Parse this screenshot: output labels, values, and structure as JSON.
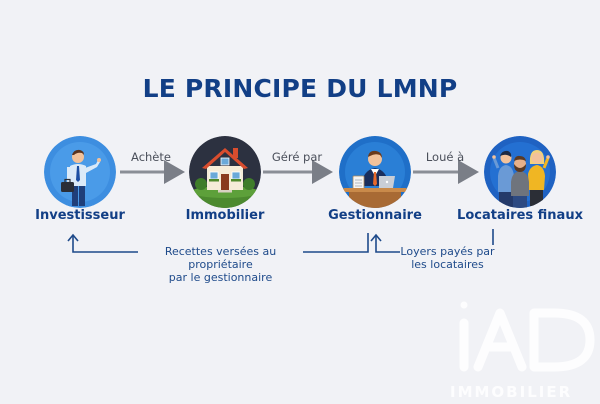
{
  "title": "LE PRINCIPE DU LMNP",
  "nodes": [
    {
      "id": "investisseur",
      "label": "Investisseur",
      "icon": "businessman-icon"
    },
    {
      "id": "immobilier",
      "label": "Immobilier",
      "icon": "house-icon"
    },
    {
      "id": "gestionnaire",
      "label": "Gestionnaire",
      "icon": "manager-at-desk-icon"
    },
    {
      "id": "locataires",
      "label": "Locataires finaux",
      "icon": "tenants-group-icon"
    }
  ],
  "edges": [
    {
      "from": "investisseur",
      "to": "immobilier",
      "label": "Achète"
    },
    {
      "from": "immobilier",
      "to": "gestionnaire",
      "label": "Géré par"
    },
    {
      "from": "gestionnaire",
      "to": "locataires",
      "label": "Loué à"
    }
  ],
  "feedback": [
    {
      "from": "gestionnaire",
      "to": "investisseur",
      "line1": "Recettes versées au propriétaire",
      "line2": "par le gestionnaire"
    },
    {
      "from": "locataires",
      "to": "gestionnaire",
      "line1": "Loyers payés par",
      "line2": "les locataires"
    }
  ],
  "watermark": {
    "brand": "iAD",
    "sub": "IMMOBILIER"
  },
  "colors": {
    "title": "#123f86",
    "background": "#f1f2f6",
    "arrow": "#7a7e87",
    "feedback_line": "#1e4a8a",
    "circle_blue": "#2a7fd6",
    "circle_dark": "#2c3140"
  }
}
